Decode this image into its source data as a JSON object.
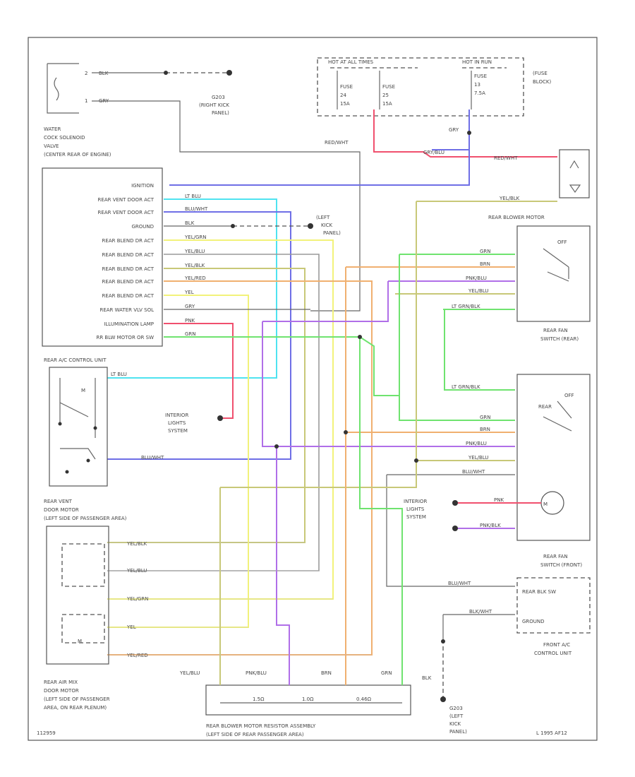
{
  "diagram": {
    "blocks": {
      "water_valve": [
        "WATER",
        "COCK SOLENOID",
        "VALVE",
        "(CENTER REAR OF ENGINE)"
      ],
      "g203": [
        "G203",
        "(RIGHT KICK",
        "PANEL)"
      ],
      "fuse_block": [
        "(FUSE",
        "BLOCK)"
      ],
      "fuse_header_left": "HOT AT ALL TIMES",
      "fuse_header_right": "HOT IN RUN",
      "fuse1": [
        "FUSE",
        "24",
        "15A"
      ],
      "fuse2": [
        "FUSE",
        "25",
        "15A"
      ],
      "fuse3": [
        "FUSE",
        "13",
        "7.5A"
      ],
      "g_left_kick": [
        "(LEFT",
        "KICK",
        "PANEL)"
      ],
      "rear_ac_control_unit": "REAR A/C CONTROL UNIT",
      "interior_lights_1": [
        "INTERIOR",
        "LIGHTS",
        "SYSTEM"
      ],
      "interior_lights_2": [
        "INTERIOR",
        "LIGHTS",
        "SYSTEM"
      ],
      "rear_vent_door_motor": [
        "REAR VENT",
        "DOOR MOTOR",
        "(LEFT SIDE OF PASSENGER AREA)"
      ],
      "rear_air_mix": [
        "REAR AIR MIX",
        "DOOR MOTOR",
        "(LEFT SIDE OF PASSENGER",
        "AREA, ON REAR PLENUM)"
      ],
      "rear_blower_motor": "REAR BLOWER MOTOR",
      "rear_fan_switch_rear": [
        "REAR FAN",
        "SWITCH (REAR)"
      ],
      "rear_fan_switch_front": [
        "REAR FAN",
        "SWITCH (FRONT)"
      ],
      "front_ac_control_unit": [
        "FRONT A/C",
        "CONTROL UNIT"
      ],
      "rear_blk_sw": "REAR BLK SW",
      "ground_lbl": "GROUND",
      "g203_left": [
        "G203",
        "(LEFT",
        "KICK",
        "PANEL)"
      ],
      "resistor": [
        "REAR BLOWER MOTOR RESISTOR ASSEMBLY",
        "(LEFT SIDE OF REAR PASSENGER AREA)"
      ],
      "footer_left": "112959",
      "footer_right": "L 1995 AF12",
      "off": "OFF",
      "rear": "REAR"
    },
    "rear_control_pins": [
      "IGNITION",
      "REAR VENT DOOR ACT",
      "REAR VENT DOOR ACT",
      "GROUND",
      "REAR BLEND DR ACT",
      "REAR BLEND DR ACT",
      "REAR BLEND DR ACT",
      "REAR BLEND DR ACT",
      "REAR BLEND DR ACT",
      "REAR WATER VLV SOL",
      "ILLUMINATION LAMP",
      "RR BLW MOTOR OR SW"
    ],
    "wires": {
      "blk": "BLK",
      "gry": "GRY",
      "red_wht": "RED/WHT",
      "grn_blu": "GRY/BLU",
      "red_wht2": "RED/WHT",
      "yel_blk": "YEL/BLK",
      "gry_blu": "GRY/BLU",
      "lt_blu": "LT BLU",
      "blu_wht": "BLU/WHT",
      "blk2": "BLK",
      "yel_grn": "YEL/GRN",
      "yel_blu": "YEL/BLU",
      "yel_blk2": "YEL/BLK",
      "yel_red": "YEL/RED",
      "yel": "YEL",
      "gry2": "GRY",
      "pnk": "PNK",
      "grn": "GRN",
      "lt_blu2": "LT BLU",
      "blu_wht2": "BLU/WHT",
      "sw_grn": "GRN",
      "sw_brn": "BRN",
      "sw_pnk_blu": "PNK/BLU",
      "sw_yel_blu": "YEL/BLU",
      "sw_ltgrn_blk": "LT GRN/BLK",
      "f_ltgrn_blk": "LT GRN/BLK",
      "f_grn": "GRN",
      "f_brn": "BRN",
      "f_pnk_blu": "PNK/BLU",
      "f_yel_blu": "YEL/BLU",
      "f_blu_wht": "BLU/WHT",
      "pnk2": "PNK",
      "pnk_blk": "PNK/BLK",
      "blu_wht3": "BLU/WHT",
      "blk_wht": "BLK/WHT",
      "vm_yel_blk": "YEL/BLK",
      "vm_yel_blu": "YEL/BLU",
      "vm_yel_grn": "YEL/GRN",
      "vm_yel": "YEL",
      "vm_yel_red": "YEL/RED",
      "r_yel_blu": "YEL/BLU",
      "r_pnk_blu": "PNK/BLU",
      "r_brn": "BRN",
      "r_grn": "GRN",
      "blk3": "BLK",
      "gry_top": "GRY",
      "red_wht_top": "RED/WHT"
    },
    "resistor_labels": [
      "YEL/BLU",
      "PNK/BLU",
      "BRN",
      "GRN"
    ],
    "resistor_values": [
      "1.5Ω",
      "1.0Ω",
      "0.46Ω"
    ],
    "colors": {
      "red": "#f0506e",
      "blue": "#6f6fe6",
      "cyan": "#4fe3f0",
      "yellow": "#f2f27a",
      "olive": "#c8c878",
      "orange": "#f0b070",
      "purple": "#b06fe8",
      "green": "#6fe36f",
      "gray": "#9a9a9a",
      "pink": "#f07090"
    }
  }
}
